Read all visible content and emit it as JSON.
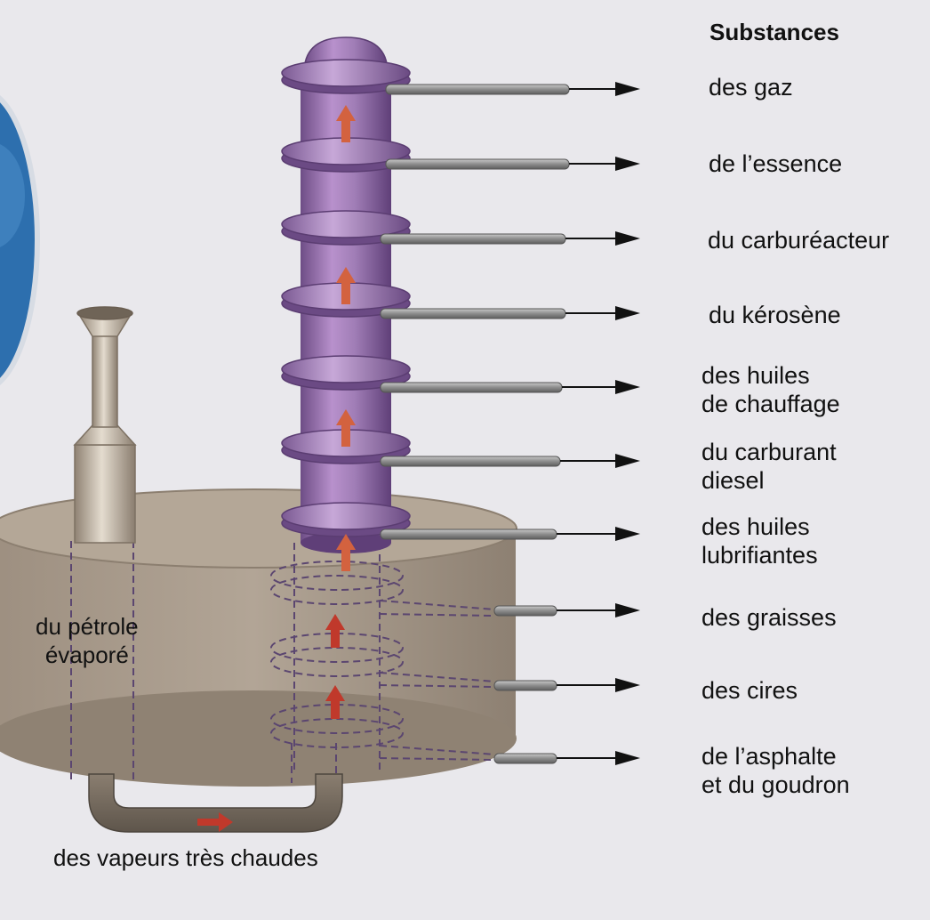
{
  "heading": "Substances",
  "substances": [
    {
      "label": "des gaz"
    },
    {
      "label": "de l’essence"
    },
    {
      "label": "du carburéacteur"
    },
    {
      "label": "du kérosène"
    },
    {
      "label": "des huiles\nde chauffage"
    },
    {
      "label": "du carburant\ndiesel"
    },
    {
      "label": "des huiles\nlubrifiantes"
    },
    {
      "label": "des graisses"
    },
    {
      "label": "des cires"
    },
    {
      "label": "de l’asphalte\net du goudron"
    }
  ],
  "tank_label": "du pétrole\névaporé",
  "pipe_label": "des vapeurs très chaudes",
  "colors": {
    "column": "#9a72b0",
    "tank": "#a79a8b",
    "arrow": "#c0392b",
    "outlet": "#8a8a8a"
  }
}
